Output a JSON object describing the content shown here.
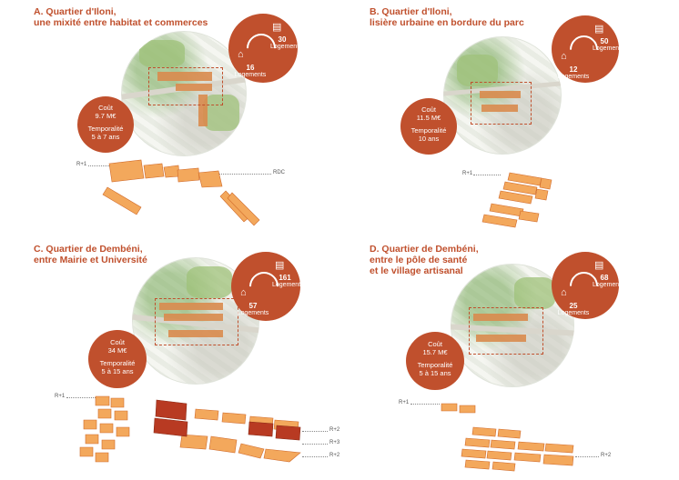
{
  "panels": [
    {
      "id": "a",
      "title_line1": "A. Quartier d'Iloni,",
      "title_line2": "une mixité entre habitat et commerces",
      "logements_top_value": "30",
      "logements_top_label": "Logements",
      "logements_bottom_value": "16",
      "logements_bottom_label": "Logements",
      "cout_label": "Coût",
      "cout_value": "9.7 M€",
      "temporalite_label": "Temporalité",
      "temporalite_value": "5 à 7 ans",
      "level_labels": [
        "R+1",
        "RDC"
      ]
    },
    {
      "id": "b",
      "title_line1": "B. Quartier d'Iloni,",
      "title_line2": "lisière urbaine en bordure du parc",
      "logements_top_value": "50",
      "logements_top_label": "Logements",
      "logements_bottom_value": "12",
      "logements_bottom_label": "Logements",
      "cout_label": "Coût",
      "cout_value": "11.5 M€",
      "temporalite_label": "Temporalité",
      "temporalite_value": "10 ans",
      "level_labels": [
        "R+1"
      ]
    },
    {
      "id": "c",
      "title_line1": "C. Quartier de Dembéni,",
      "title_line2": "entre Mairie et Université",
      "logements_top_value": "161",
      "logements_top_label": "Logements",
      "logements_bottom_value": "57",
      "logements_bottom_label": "Logements",
      "cout_label": "Coût",
      "cout_value": "34 M€",
      "temporalite_label": "Temporalité",
      "temporalite_value": "5 à 15 ans",
      "level_labels": [
        "R+1",
        "R+2",
        "R+3",
        "R+2"
      ]
    },
    {
      "id": "d",
      "title_line1": "D. Quartier de Dembéni,",
      "title_line2": "entre le pôle de santé",
      "title_line3": "et le village artisanal",
      "logements_top_value": "68",
      "logements_top_label": "Logements",
      "logements_bottom_value": "25",
      "logements_bottom_label": "Logements",
      "cout_label": "Coût",
      "cout_value": "15.7 M€",
      "temporalite_label": "Temporalité",
      "temporalite_value": "5 à 15 ans",
      "level_labels": [
        "R+1",
        "R+2"
      ]
    }
  ],
  "colors": {
    "accent": "#c0502d",
    "block_light": "#f3a85c",
    "block_dark": "#d06a2a",
    "block_red": "#b83a22"
  },
  "icons": {
    "building": "building-icon",
    "house": "house-icon",
    "cycle": "cycle-arrows-icon"
  }
}
